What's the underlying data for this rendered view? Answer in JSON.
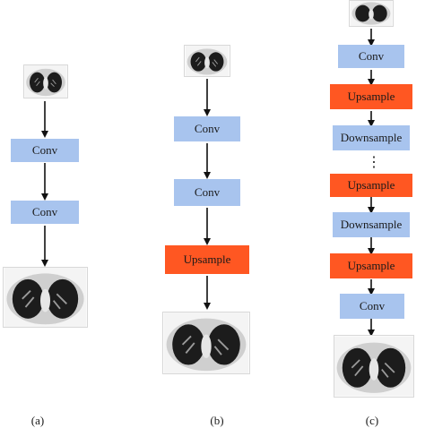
{
  "labels": {
    "conv": "Conv",
    "upsample": "Upsample",
    "downsample": "Downsample",
    "ellipsis": "⋮"
  },
  "captions": {
    "a": "(a)",
    "b": "(b)",
    "c": "(c)"
  },
  "colors": {
    "conv_fill": "#a8c4ee",
    "upsample_fill": "#ff5722",
    "arrow": "#111111"
  },
  "icons": [
    "lung-ct-scan-icon"
  ]
}
